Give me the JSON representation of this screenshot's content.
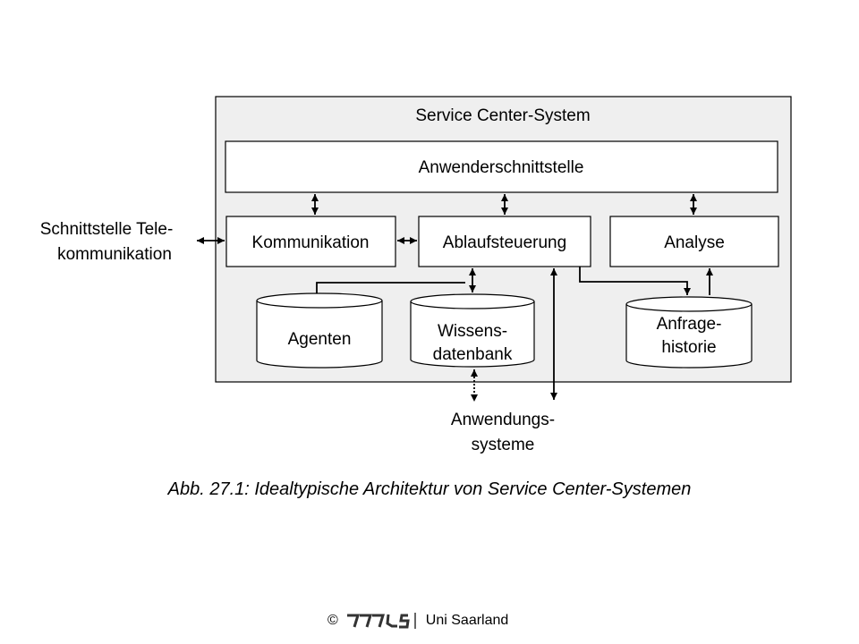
{
  "diagram": {
    "system_title": "Service Center-System",
    "user_interface": "Anwenderschnittstelle",
    "modules": {
      "communication": "Kommunikation",
      "workflow": "Ablaufsteuerung",
      "analysis": "Analyse"
    },
    "databases": {
      "agents": "Agenten",
      "knowledge_line1": "Wissens-",
      "knowledge_line2": "datenbank",
      "history_line1": "Anfrage-",
      "history_line2": "historie"
    },
    "external": {
      "telecom_line1": "Schnittstelle Tele-",
      "telecom_line2": "kommunikation",
      "apps_line1": "Anwendungs-",
      "apps_line2": "systeme"
    },
    "colors": {
      "system_fill": "#efefef",
      "box_fill": "#ffffff",
      "stroke": "#000000"
    }
  },
  "caption": "Abb. 27.1: Idealtypische Architektur von Service Center-Systemen",
  "footer": {
    "copyright": "©",
    "logo_text": "miss",
    "org": "Uni Saarland"
  }
}
